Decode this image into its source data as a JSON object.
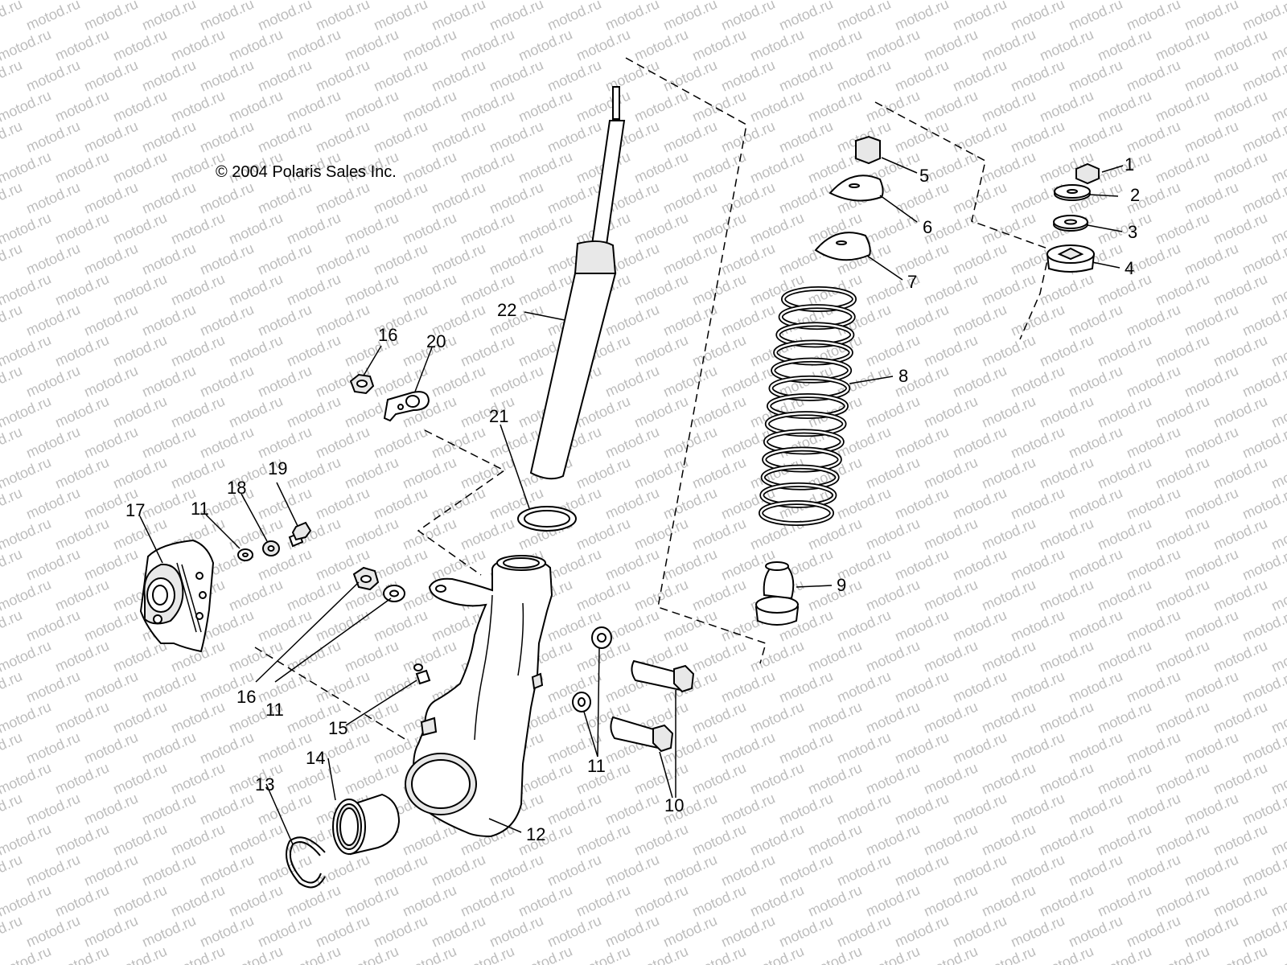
{
  "copyright": "© 2004 Polaris Sales Inc.",
  "watermark": "motod.ru",
  "callouts": {
    "c1": "1",
    "c2": "2",
    "c3": "3",
    "c4": "4",
    "c5": "5",
    "c6": "6",
    "c7": "7",
    "c8": "8",
    "c9": "9",
    "c10": "10",
    "c11a": "11",
    "c11b": "11",
    "c11c": "11",
    "c12": "12",
    "c13": "13",
    "c14": "14",
    "c15": "15",
    "c16a": "16",
    "c16b": "16",
    "c17": "17",
    "c18": "18",
    "c19": "19",
    "c20": "20",
    "c21": "21",
    "c22": "22"
  },
  "colors": {
    "line": "#000000",
    "watermark": "#bdbdbd",
    "background": "#ffffff"
  }
}
